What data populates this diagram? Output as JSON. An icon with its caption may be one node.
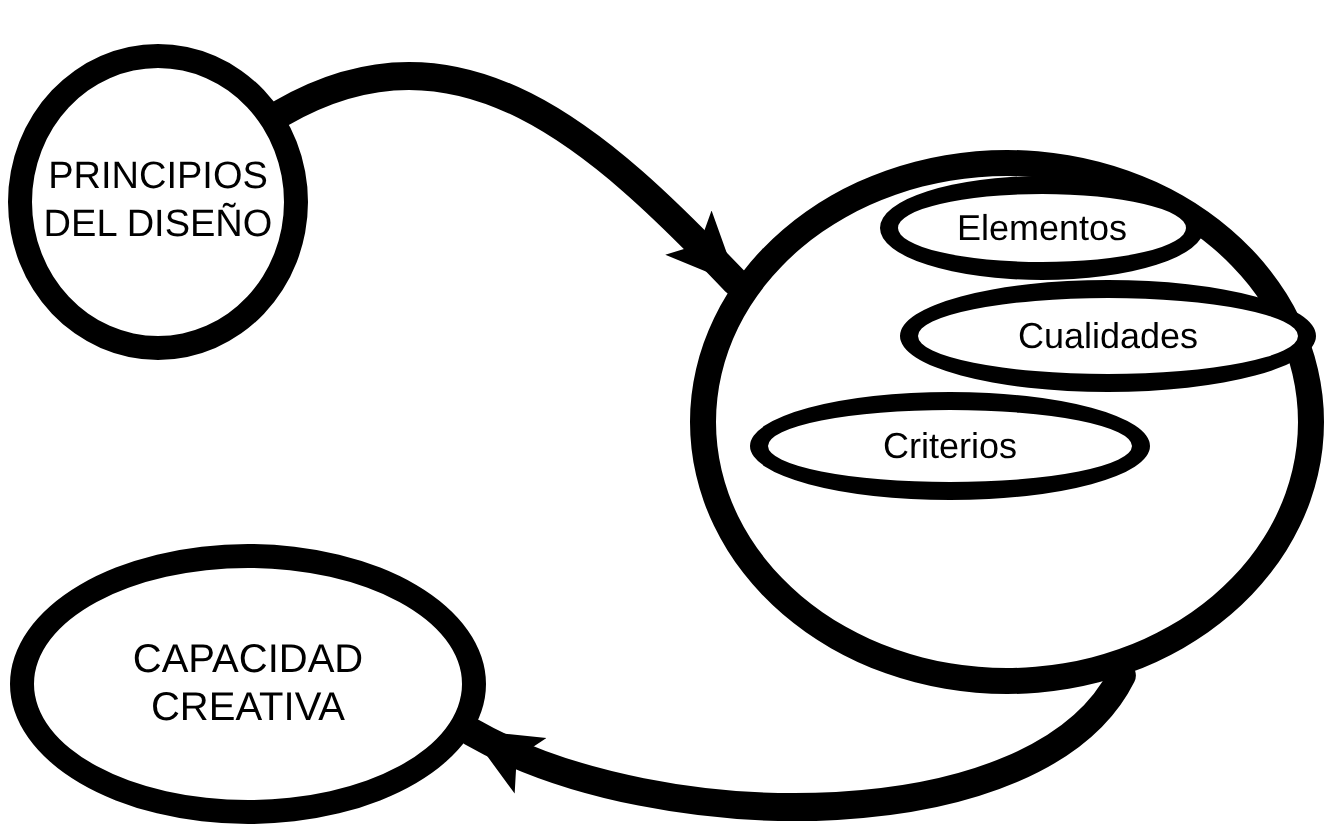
{
  "diagram": {
    "nodes": [
      {
        "text": [
          "PRINCIPIOS DEL DISEÑO"
        ]
      },
      {
        "text": [],
        "shape": "ellipse"
      },
      {
        "text": [
          "Elementos"
        ],
        "in": 1
      },
      {
        "text": [
          "Cualidades"
        ],
        "in": 1
      },
      {
        "text": [
          "Criterios"
        ],
        "in": 1
      },
      {
        "text": [
          "CAPACIDAD CREATIVA"
        ]
      }
    ],
    "edges": [
      {
        "from": 0,
        "to": 1,
        "arrow": "to"
      },
      {
        "from": 1,
        "to": 5,
        "arrow": "to"
      }
    ]
  }
}
